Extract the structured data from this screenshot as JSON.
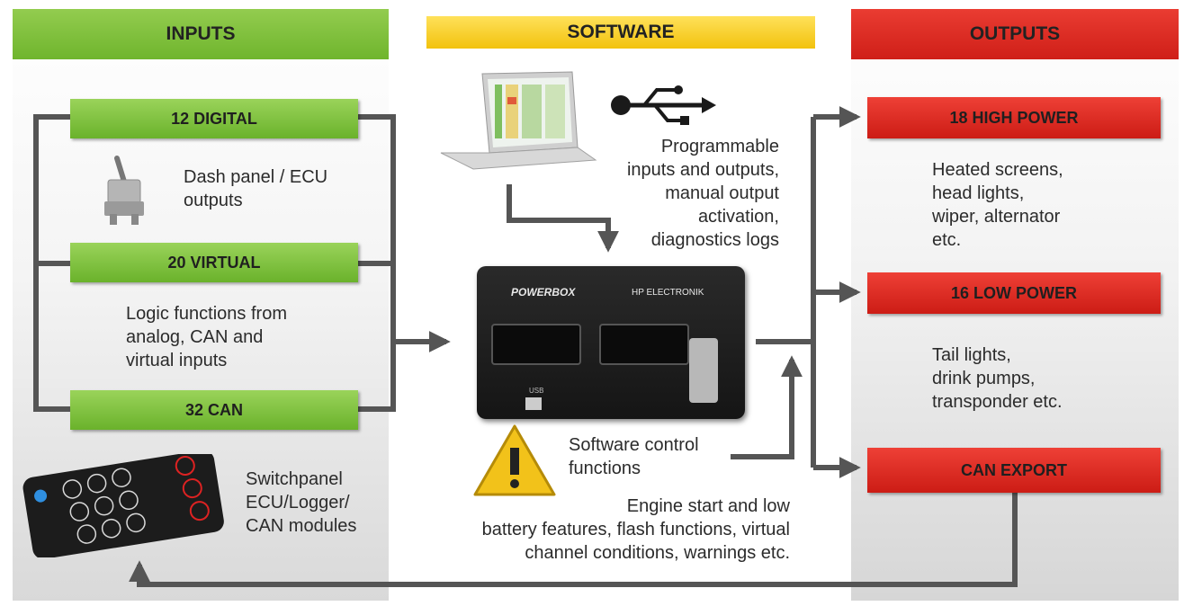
{
  "headers": {
    "inputs": "INPUTS",
    "software": "SOFTWARE",
    "outputs": "OUTPUTS"
  },
  "inputs": {
    "digital": "12 DIGITAL",
    "digital_desc": "Dash panel / ECU\noutputs",
    "virtual": "20 VIRTUAL",
    "virtual_desc": "Logic functions from\nanalog, CAN and\nvirtual inputs",
    "can": "32 CAN",
    "can_desc": "Switchpanel\nECU/Logger/\nCAN modules"
  },
  "software": {
    "prog_desc": "Programmable\ninputs and outputs,\nmanual output\nactivation,\ndiagnostics logs",
    "control_desc": "Software control\nfunctions",
    "engine_desc": "Engine start and low\nbattery features, flash functions, virtual\nchannel conditions, warnings etc.",
    "device_brand": "POWERBOX",
    "device_maker": "HP ELECTRONIK",
    "device_usb": "USB"
  },
  "outputs": {
    "high": "18 HIGH POWER",
    "high_desc": "Heated screens,\nhead lights,\nwiper, alternator\netc.",
    "low": "16 LOW POWER",
    "low_desc": "Tail lights,\ndrink pumps,\ntransponder etc.",
    "can_export": "CAN EXPORT"
  },
  "colors": {
    "green": "#7cbd3a",
    "yellow": "#f5c518",
    "red": "#dd2a21",
    "arrow": "#555555"
  }
}
